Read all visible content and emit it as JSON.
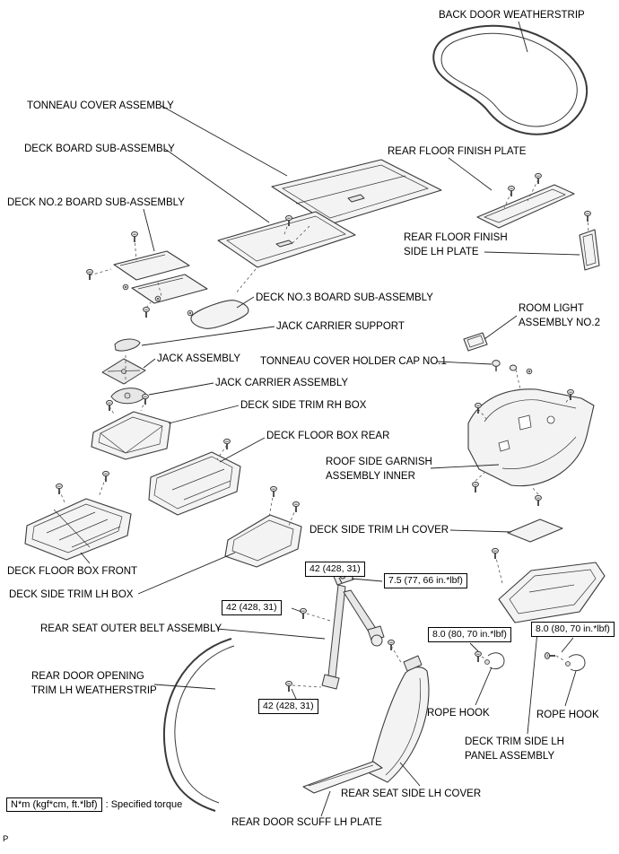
{
  "page": {
    "footer_code": "P"
  },
  "legend": {
    "formula": "N*m (kgf*cm, ft.*lbf)",
    "description": ": Specified torque"
  },
  "torque": {
    "nm42": "42 (428, 31)",
    "nm75": "7.5 (77, 66 in.*lbf)",
    "nm80": "8.0 (80, 70 in.*lbf)"
  },
  "labels": {
    "back_door_weatherstrip": "BACK DOOR WEATHERSTRIP",
    "tonneau_cover_assembly": "TONNEAU COVER ASSEMBLY",
    "deck_board_sub_assembly": "DECK BOARD SUB-ASSEMBLY",
    "deck_no2_board_sub_assembly": "DECK NO.2 BOARD SUB-ASSEMBLY",
    "rear_floor_finish_plate": "REAR FLOOR FINISH PLATE",
    "rear_floor_finish_side_lh_plate": "REAR FLOOR FINISH\nSIDE LH PLATE",
    "deck_no3_board_sub_assembly": "DECK NO.3 BOARD SUB-ASSEMBLY",
    "jack_carrier_support": "JACK CARRIER SUPPORT",
    "room_light_assembly_no2": "ROOM LIGHT\nASSEMBLY NO.2",
    "jack_assembly": "JACK ASSEMBLY",
    "tonneau_cover_holder_cap_no1": "TONNEAU COVER HOLDER CAP NO.1",
    "jack_carrier_assembly": "JACK CARRIER ASSEMBLY",
    "deck_side_trim_rh_box": "DECK SIDE TRIM RH BOX",
    "deck_floor_box_rear": "DECK FLOOR BOX REAR",
    "roof_side_garnish_assembly_inner": "ROOF SIDE GARNISH\nASSEMBLY INNER",
    "deck_side_trim_lh_cover": "DECK SIDE TRIM LH COVER",
    "deck_floor_box_front": "DECK FLOOR BOX FRONT",
    "deck_side_trim_lh_box": "DECK SIDE TRIM LH BOX",
    "rear_seat_outer_belt_assembly": "REAR SEAT OUTER BELT ASSEMBLY",
    "rear_door_opening_trim_lh_weatherstrip": "REAR DOOR OPENING\nTRIM LH WEATHERSTRIP",
    "rope_hook": "ROPE HOOK",
    "deck_trim_side_lh_panel_assembly": "DECK TRIM SIDE LH\nPANEL ASSEMBLY",
    "rear_seat_side_lh_cover": "REAR SEAT SIDE LH COVER",
    "rear_door_scuff_lh_plate": "REAR DOOR SCUFF LH PLATE"
  }
}
